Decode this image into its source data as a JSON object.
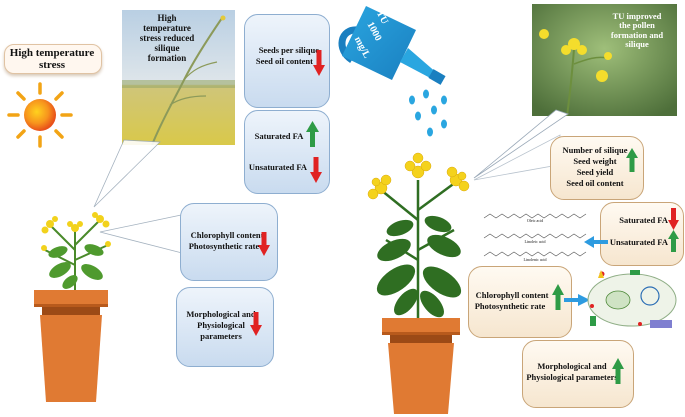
{
  "left": {
    "stress_label": "High temperature stress",
    "photo_caption": "High temperature stress reduced silique formation",
    "box1": [
      "Seeds per silique",
      "Seed oil content"
    ],
    "box2_sat": "Saturated FA",
    "box2_unsat": "Unsaturated FA",
    "box3": [
      "Chlorophyll content",
      "Photosynthetic rate"
    ],
    "box4": [
      "Morphological and",
      "Physiological",
      "parameters"
    ]
  },
  "can": {
    "label_line1": "TU",
    "label_line2": "1000",
    "label_line3": "mg/L"
  },
  "right": {
    "photo_caption": "TU improved the pollen formation and silique",
    "box1": [
      "Number of silique",
      "Seed weight",
      "Seed yield",
      "Seed oil content"
    ],
    "box2_sat": "Saturated FA",
    "box2_unsat": "Unsaturated FA",
    "fa_labels": [
      "Oleic acid",
      "Linoleic acid",
      "Linolenic acid"
    ],
    "box3": [
      "Chlorophyll content",
      "Photosynthetic rate"
    ],
    "box4": [
      "Morphological and",
      "Physiological parameters"
    ]
  },
  "colors": {
    "up_arrow": "#2e9b46",
    "down_arrow": "#e02222",
    "blue_arrow": "#2d9be0",
    "pot": "#e07a33"
  }
}
